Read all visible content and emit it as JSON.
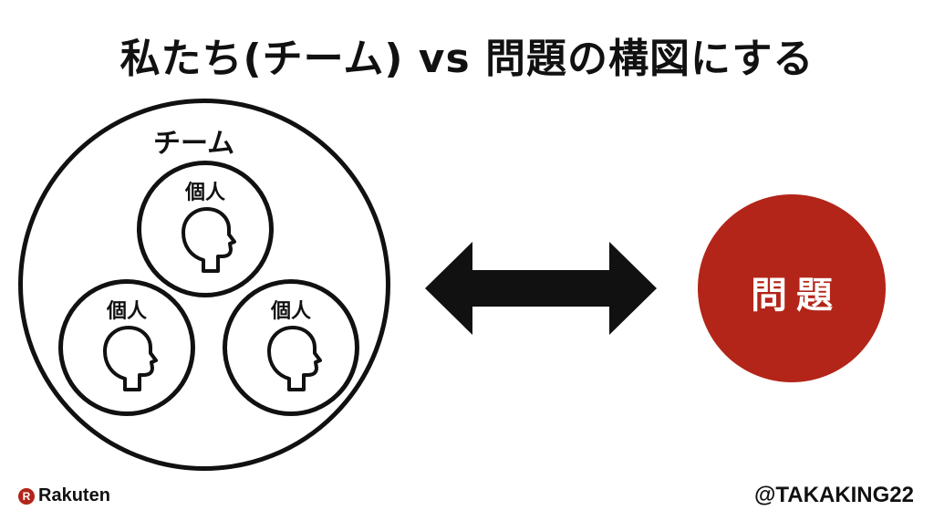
{
  "slide": {
    "title": "私たち(チーム) vs 問題の構図にする",
    "team": {
      "label": "チーム",
      "members": [
        {
          "label": "個人",
          "icon": "head-profile-icon"
        },
        {
          "label": "個人",
          "icon": "head-profile-icon"
        },
        {
          "label": "個人",
          "icon": "head-profile-icon"
        }
      ]
    },
    "arrow": {
      "icon": "double-headed-arrow-icon"
    },
    "problem": {
      "label": "問題",
      "color": "#b32519"
    }
  },
  "footer": {
    "logo_mark": "R",
    "logo_text": "Rakuten",
    "handle": "@TAKAKING22"
  }
}
